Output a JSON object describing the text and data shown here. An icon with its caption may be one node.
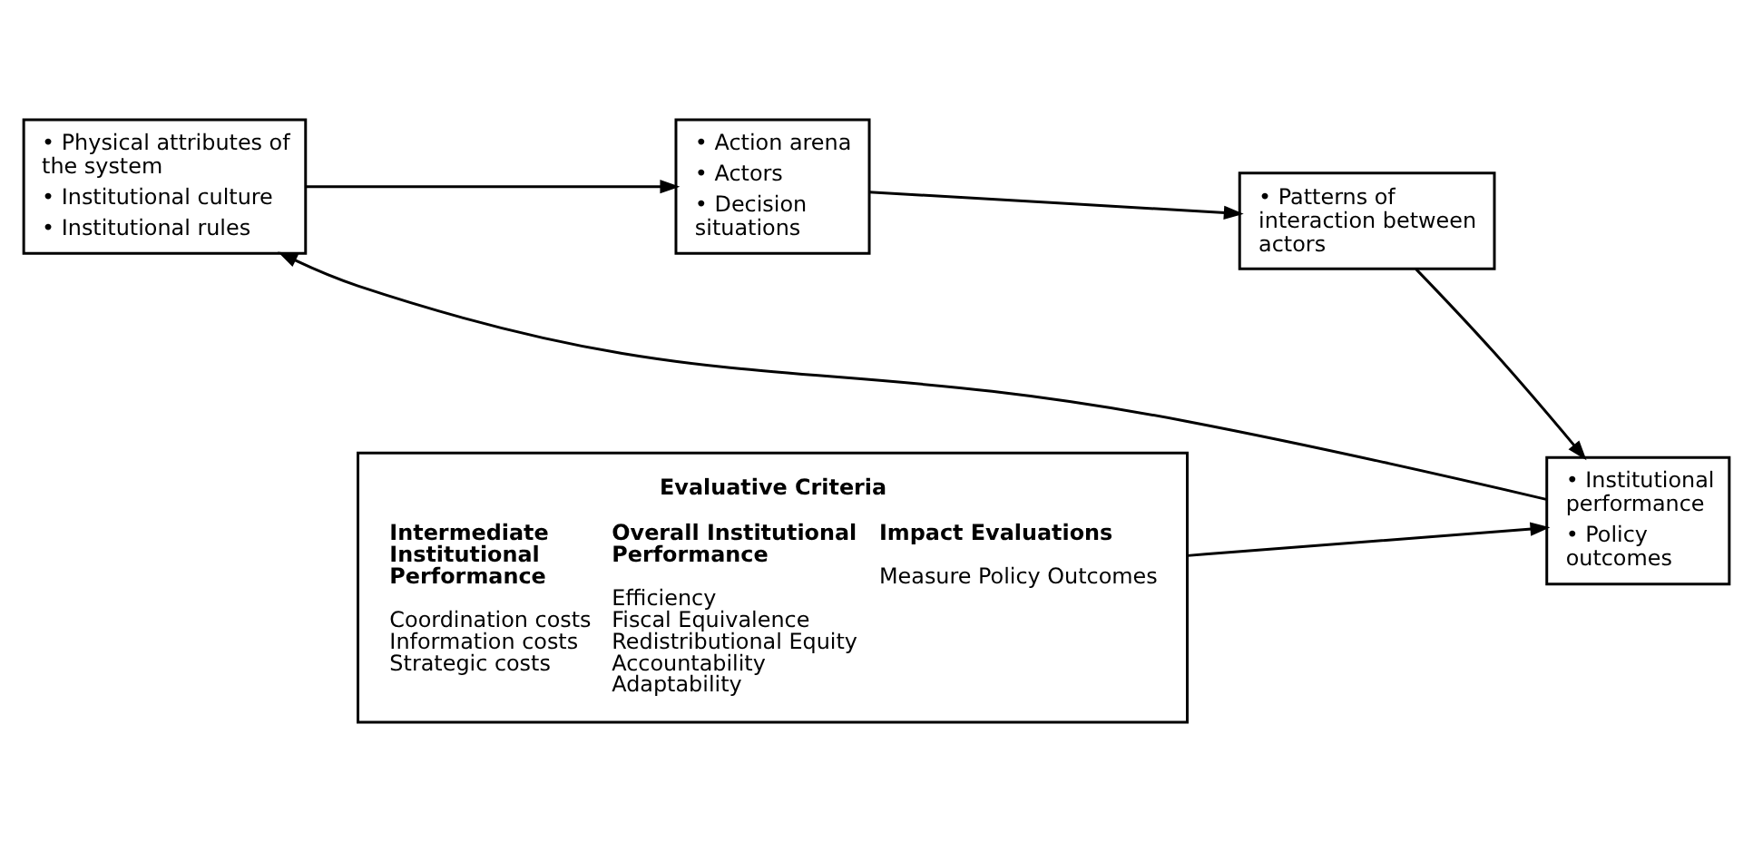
{
  "diagram": {
    "nodes": [
      {
        "text": [
          "• Physical attributes of the system",
          "• Institutional culture",
          "• Institutional rules"
        ]
      },
      {
        "text": [
          "• Action arena",
          "• Actors",
          "• Decision situations"
        ]
      },
      {
        "text": [
          "• Patterns of interaction between actors"
        ]
      },
      {
        "text": [
          "• Institutional performance",
          "• Policy outcomes"
        ]
      },
      {
        "text": [
          "Evaluative Criteria",
          "Intermediate Institutional Performance",
          "Coordination costs",
          "Information costs",
          "Strategic costs",
          "Overall Institutional Performance",
          "Efficiency",
          "Fiscal Equivalence",
          "Redistributional Equity",
          "Accountability",
          "Adaptability",
          "Impact Evaluations",
          "Measure Policy Outcomes"
        ]
      }
    ],
    "edges": [
      {
        "from": 0,
        "to": 1,
        "arrow": "to"
      },
      {
        "from": 1,
        "to": 2,
        "arrow": "to"
      },
      {
        "from": 2,
        "to": 3,
        "arrow": "to"
      },
      {
        "from": 3,
        "to": 0,
        "arrow": "to"
      },
      {
        "from": 4,
        "to": 3,
        "arrow": "to"
      }
    ]
  }
}
